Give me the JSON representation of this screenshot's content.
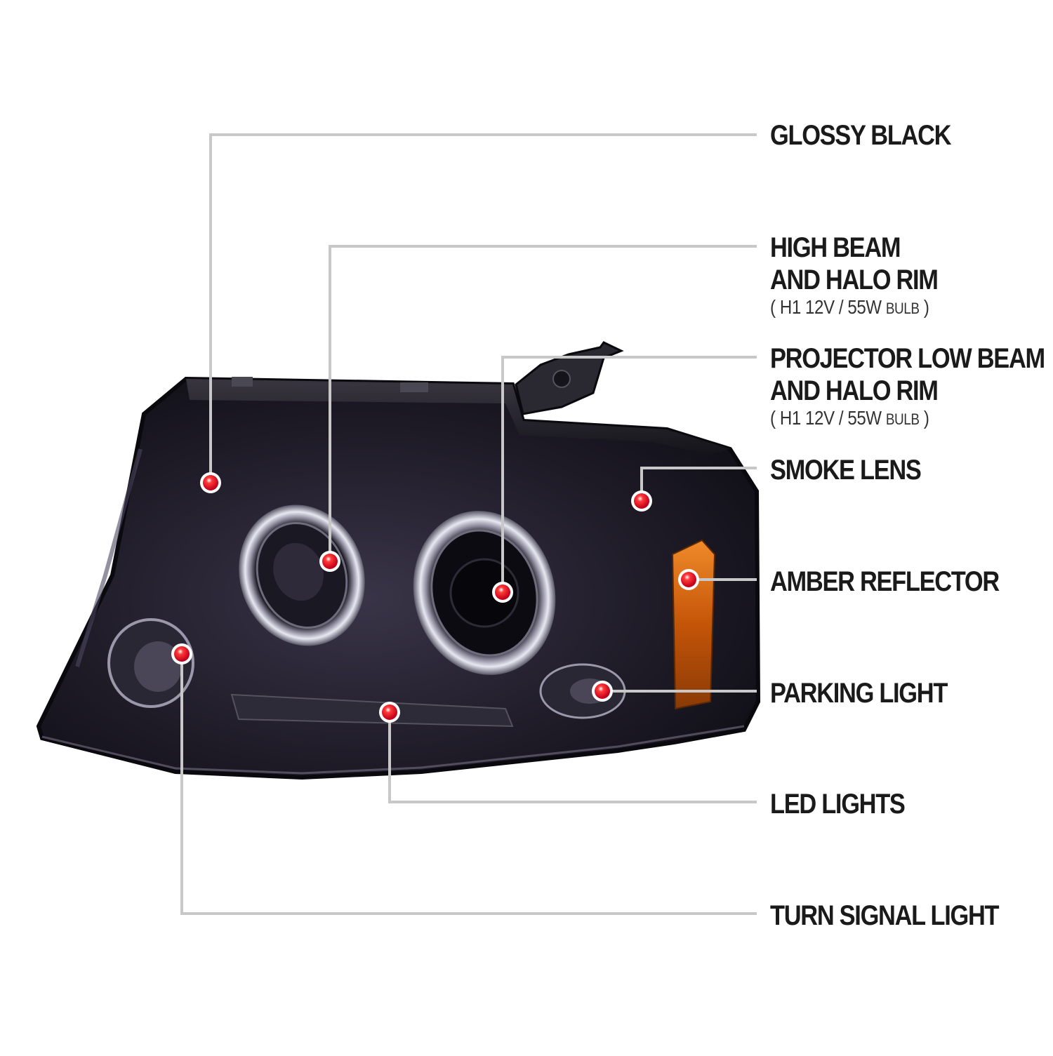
{
  "callouts": [
    {
      "id": "glossy-black",
      "lines": [
        "GLOSSY BLACK"
      ]
    },
    {
      "id": "high-beam",
      "lines": [
        "HIGH BEAM",
        "AND HALO RIM"
      ],
      "spec": {
        "open": "( ",
        "main": "H1  12V / 55W ",
        "small": "BULB",
        "close": " )"
      }
    },
    {
      "id": "projector-low-beam",
      "lines": [
        "PROJECTOR LOW BEAM",
        "AND HALO RIM"
      ],
      "spec": {
        "open": "( ",
        "main": "H1  12V / 55W ",
        "small": "BULB",
        "close": " )"
      }
    },
    {
      "id": "smoke-lens",
      "lines": [
        "SMOKE LENS"
      ]
    },
    {
      "id": "amber-reflector",
      "lines": [
        "AMBER REFLECTOR"
      ]
    },
    {
      "id": "parking-light",
      "lines": [
        "PARKING LIGHT"
      ]
    },
    {
      "id": "led-lights",
      "lines": [
        "LED LIGHTS"
      ]
    },
    {
      "id": "turn-signal-light",
      "lines": [
        "TURN SIGNAL LIGHT"
      ]
    }
  ],
  "colors": {
    "leader_line": "#c8c8c8",
    "marker": "#e0001a",
    "housing": "#1c1a22",
    "lens_smoke": "#2a2636",
    "amber": "#d0620c"
  }
}
